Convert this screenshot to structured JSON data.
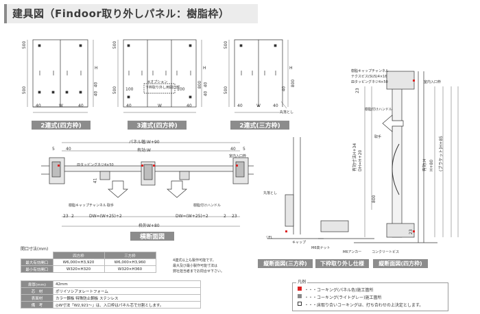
{
  "title": "建具図（Findoor取り外しパネル：樹脂枠）",
  "panels": {
    "p1": {
      "caption": "2連式(四方枠)",
      "d500a": "500",
      "d500b": "500",
      "h": "H",
      "d40a": "40",
      "d40b": "40",
      "w": "W",
      "w40a": "40",
      "w40b": "40"
    },
    "p2": {
      "caption": "3連式(四方枠)",
      "d500a": "500",
      "d500b": "500",
      "h": "H",
      "d40a": "40",
      "w": "W",
      "w40a": "40",
      "w40b": "40",
      "d100a": "100",
      "d100b": "100",
      "d800": "800",
      "d40c": "40",
      "note1": "※オプション",
      "note2": "下枠取り外し用開口部"
    },
    "p3": {
      "caption": "2連式(三方枠)",
      "d500a": "500",
      "d500b": "500",
      "h": "H",
      "d40a": "40",
      "w": "W",
      "w40a": "40",
      "w40b": "40",
      "d800": "800",
      "note": "丸落とし"
    }
  },
  "horizontal": {
    "caption": "横断面図",
    "panel_w": "パネル幅:W+90",
    "opening_w": "有効:W",
    "d5a": "5",
    "d40a": "40",
    "d40b": "40",
    "d5b": "5",
    "screw": "皿タッピングネジ4×50",
    "hole": "室内入口枠",
    "ch": "樹脂キャップチャンネル",
    "handle": "取手",
    "rh": "樹脂付けハンドル",
    "d41": "41",
    "d23a": "23",
    "d2a": "2",
    "d23b": "23",
    "d2b": "2",
    "dw1": "DW=(W+25)÷2",
    "dw2": "DW=(W+25)÷2",
    "frame_w": "枠外W+80"
  },
  "vertical": {
    "cap3": "縦断面図(三方枠)",
    "cap_bottom": "下枠取り外し仕様",
    "cap4": "縦断面図(四方枠)",
    "ch": "樹脂キャップチャンネル",
    "screw1": "テクスビス(SUS)4×16",
    "screw2": "皿タッピングネジ4×50",
    "hole": "室内入口枠",
    "rh": "樹脂付けハンドル",
    "handle": "取手",
    "dh1": "有効寸法H+34",
    "dh2": "DH=H+20",
    "dh3": "有効:H",
    "dh4": "H+80",
    "dh5": "(ブラケット)H+85",
    "d800": "800",
    "d23a": "23",
    "d23b": "23",
    "maru": "丸落とし",
    "fl": "▽FL",
    "m6": "M6高ナット",
    "m6a": "M6アンカー",
    "cb": "コンクリートビス",
    "cap": "キャップ"
  },
  "spec": {
    "unit_label": "開口寸法(mm)",
    "col1": "四方枠",
    "col2": "三方枠",
    "row_max": "最大有効開口",
    "row_min": "最小有効開口",
    "max1": "W6,000×H3,920",
    "max2": "W6,000×H3,960",
    "min1": "W320×H320",
    "min2": "W320×H360",
    "note1": "4連式以上も製作可能です。",
    "note2": "最大及び最小製作可能寸法は",
    "note3": "弊社担当者までお問合せ下さい。",
    "thick_label": "扉厚(mm)",
    "thick": "42mm",
    "core_label": "芯　材",
    "core": "ポリイソシアヌレートフォーム",
    "surf_label": "表面材",
    "surf": "カラー鋼板 特殊防止鋼板 ステンレス",
    "rem_label": "備　考",
    "rem": "◎W寸法「W2,921～」は、入口枠はパネル芯で分割とします。"
  },
  "legend": {
    "title": "凡例",
    "l1": "・・・コーキング(パネル色)施工箇所",
    "l2": "・・・コーキング(ライトグレー)施工箇所",
    "l3": "・・・床取り合いコーキングは、打ち合わせの上決定とします。"
  }
}
